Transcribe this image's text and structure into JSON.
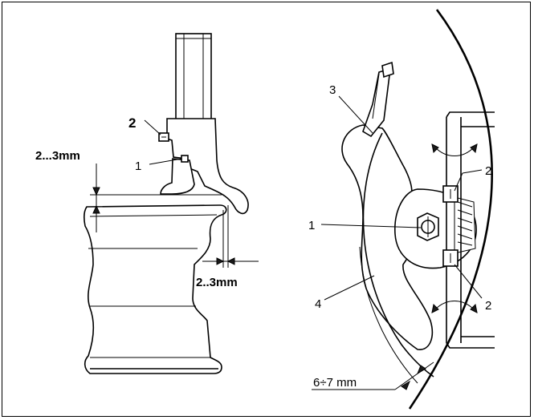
{
  "left_view": {
    "label_2": "2",
    "label_1": "1",
    "dim_vertical": "2...3mm",
    "dim_horizontal": "2..3mm"
  },
  "right_view": {
    "label_3": "3",
    "label_2_top": "2",
    "label_1": "1",
    "label_4": "4",
    "label_2_bottom": "2",
    "dim_gap": "6÷7  mm"
  }
}
